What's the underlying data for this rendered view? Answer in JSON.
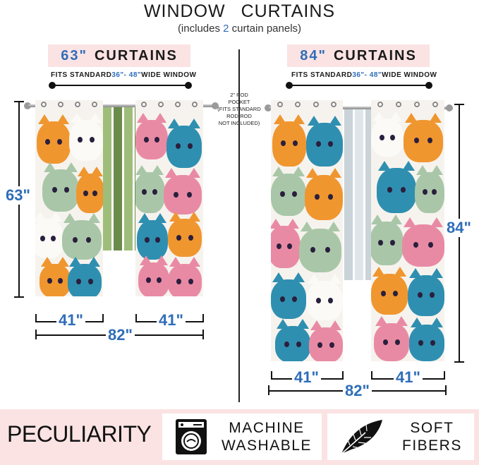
{
  "header": {
    "title": "WINDOW CURTAINS",
    "subtitle_prefix": "(includes ",
    "subtitle_count": "2",
    "subtitle_suffix": " curtain panels)"
  },
  "left": {
    "size_num": "63\"",
    "size_word": "CURTAINS",
    "fits_prefix": "FITS STANDARD ",
    "fits_range": "36\"- 48\"",
    "fits_suffix": " WIDE WINDOW",
    "height": "63\"",
    "panel_width_1": "41\"",
    "panel_width_2": "41\"",
    "total_width": "82\""
  },
  "right": {
    "size_num": "84\"",
    "size_word": "CURTAINS",
    "fits_prefix": "FITS STANDARD ",
    "fits_range": "36\"- 48\"",
    "fits_suffix": " WIDE WINDOW",
    "height": "84\"",
    "panel_width_1": "41\"",
    "panel_width_2": "41\"",
    "total_width": "82\""
  },
  "rod_note": {
    "line1": "2\" ROD",
    "line2": "POCKET",
    "line3": "(FITS STANDARD",
    "line4": "ROD-ROD",
    "line5": "NOT INCLUDED)"
  },
  "footer": {
    "peculiarity": "PECULIARITY",
    "feature1_line1": "MACHINE",
    "feature1_line2": "WASHABLE",
    "feature1_icon": "washing-machine-icon",
    "feature2_line1": "SOFT",
    "feature2_line2": "FIBERS",
    "feature2_icon": "feather-icon"
  },
  "colors": {
    "accent_blue": "#2f6db8",
    "label_pink": "#fbe3e3",
    "cat_orange": "#f0962f",
    "cat_teal": "#2f8fb0",
    "cat_pink": "#e98aa4",
    "cat_sage": "#a9c7a8",
    "cat_white": "#fbfaf6"
  }
}
